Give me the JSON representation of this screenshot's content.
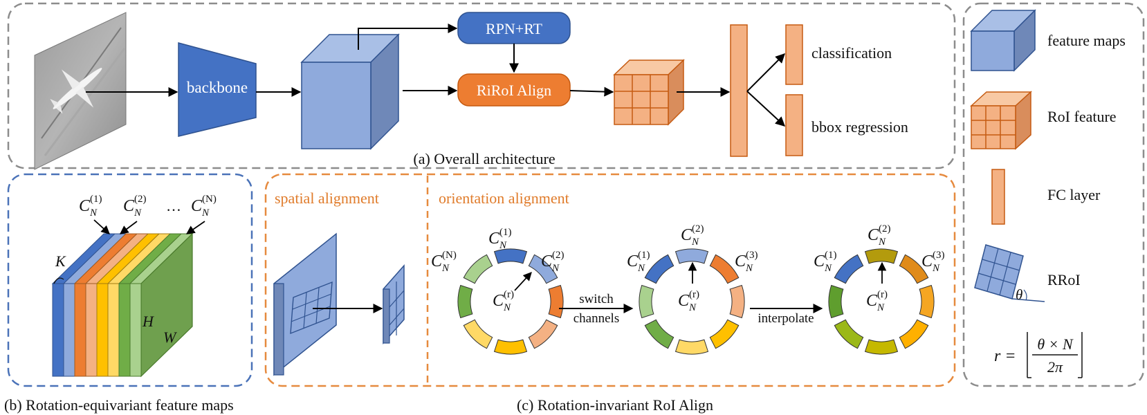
{
  "panels": {
    "a_caption": "(a) Overall architecture",
    "b_caption": "(b) Rotation-equivariant feature maps",
    "c_caption": "(c) Rotation-invariant RoI Align",
    "spatial_title": "spatial alignment",
    "orientation_title": "orientation alignment"
  },
  "architecture": {
    "backbone": "backbone",
    "rpn": "RPN+RT",
    "riroi": "RiRoI Align",
    "classification": "classification",
    "bbox": "bbox regression"
  },
  "legend": {
    "feature_maps": "feature maps",
    "roi_feature": "RoI feature",
    "fc_layer": "FC layer",
    "rroi": "RRoI",
    "theta": "θ",
    "formula_lhs": "r =",
    "formula_num": "θ × N",
    "formula_den": "2π"
  },
  "feature_maps_panel": {
    "c1": "C",
    "sup1": "(1)",
    "sup2": "(2)",
    "supN": "(N)",
    "sub": "N",
    "dots": "…",
    "K": "K",
    "H": "H",
    "W": "W"
  },
  "rings": {
    "switch1": "switch",
    "switch2": "channels",
    "interp": "interpolate",
    "sup_r": "(r)",
    "sup_1": "(1)",
    "sup_2": "(2)",
    "sup_3": "(3)",
    "sup_N": "(N)"
  },
  "colors": {
    "blue_dark": "#4472c4",
    "blue_light": "#8faadc",
    "orange": "#ed7d31",
    "peach": "#f4b183",
    "border_gray": "#8c8c8c",
    "border_blue": "#4a72b8",
    "border_orange": "#e68a3e"
  }
}
